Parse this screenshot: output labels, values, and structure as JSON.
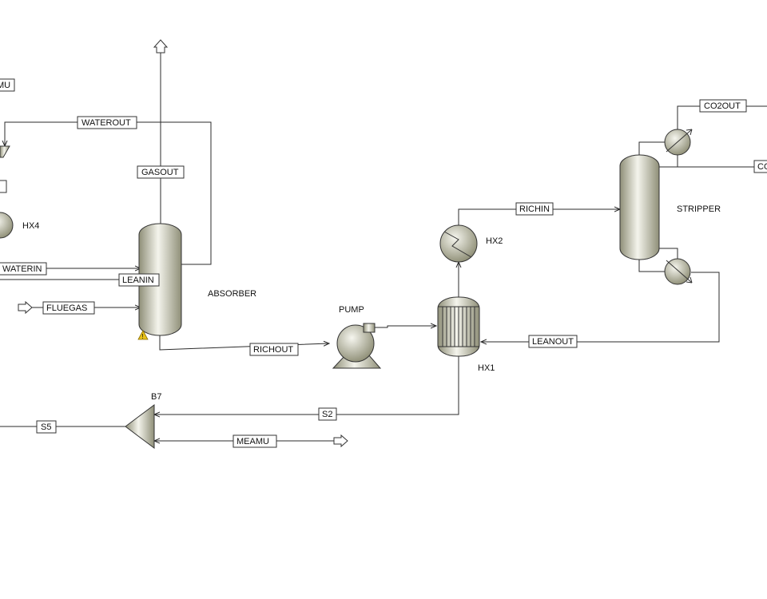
{
  "blocks": {
    "absorber": "ABSORBER",
    "stripper": "STRIPPER",
    "pump": "PUMP",
    "hx1": "HX1",
    "hx2": "HX2",
    "hx4": "HX4",
    "b7": "B7"
  },
  "streams": {
    "mu": "MU",
    "waterout": "WATEROUT",
    "gasout": "GASOUT",
    "waterin": "WATERIN",
    "leanin": "LEANIN",
    "fluegas": "FLUEGAS",
    "richout": "RICHOUT",
    "richin": "RICHIN",
    "leanout": "LEANOUT",
    "co2out": "CO2OUT",
    "co": "CO",
    "s2": "S2",
    "s5": "S5",
    "meamu": "MEAMU"
  },
  "colors": {
    "line": "#2b2b2b",
    "vessel_light": "#f4f4ec",
    "vessel_dark": "#8f8f78",
    "warning": "#e8c21a"
  }
}
